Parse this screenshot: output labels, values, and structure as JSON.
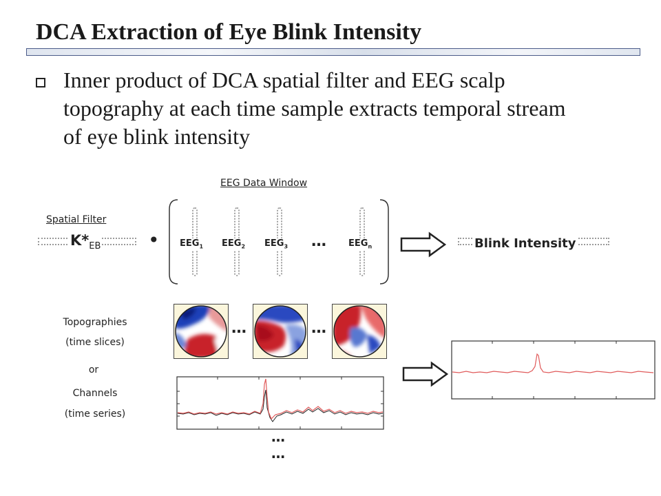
{
  "slide": {
    "title": "DCA Extraction of Eye Blink Intensity",
    "bullet": "Inner product of DCA spatial filter and EEG scalp topography at each time sample extracts temporal stream of eye blink intensity"
  },
  "diagram": {
    "eeg_window_label": "EEG Data Window",
    "spatial_filter_label": "Spatial Filter",
    "filter_symbol": "K*",
    "filter_subscript": "EB",
    "dot_operator": "•",
    "channels": [
      {
        "base": "EEG",
        "sub": "1"
      },
      {
        "base": "EEG",
        "sub": "2"
      },
      {
        "base": "EEG",
        "sub": "3"
      },
      {
        "base": "EEG",
        "sub": "n"
      }
    ],
    "channel_ellipsis": "…",
    "output_label": "Blink Intensity",
    "topographies_label": "Topographies",
    "time_slices_label": "(time slices)",
    "or_label": "or",
    "channels_label": "Channels",
    "time_series_label": "(time series)",
    "topo_ellipsis": "…",
    "series_ellipsis": "…",
    "colors": {
      "positive": "#c8202a",
      "negative": "#1f3fb8",
      "neutral": "#ffffff",
      "trace_red": "#e05a5a",
      "trace_black": "#222222"
    }
  }
}
